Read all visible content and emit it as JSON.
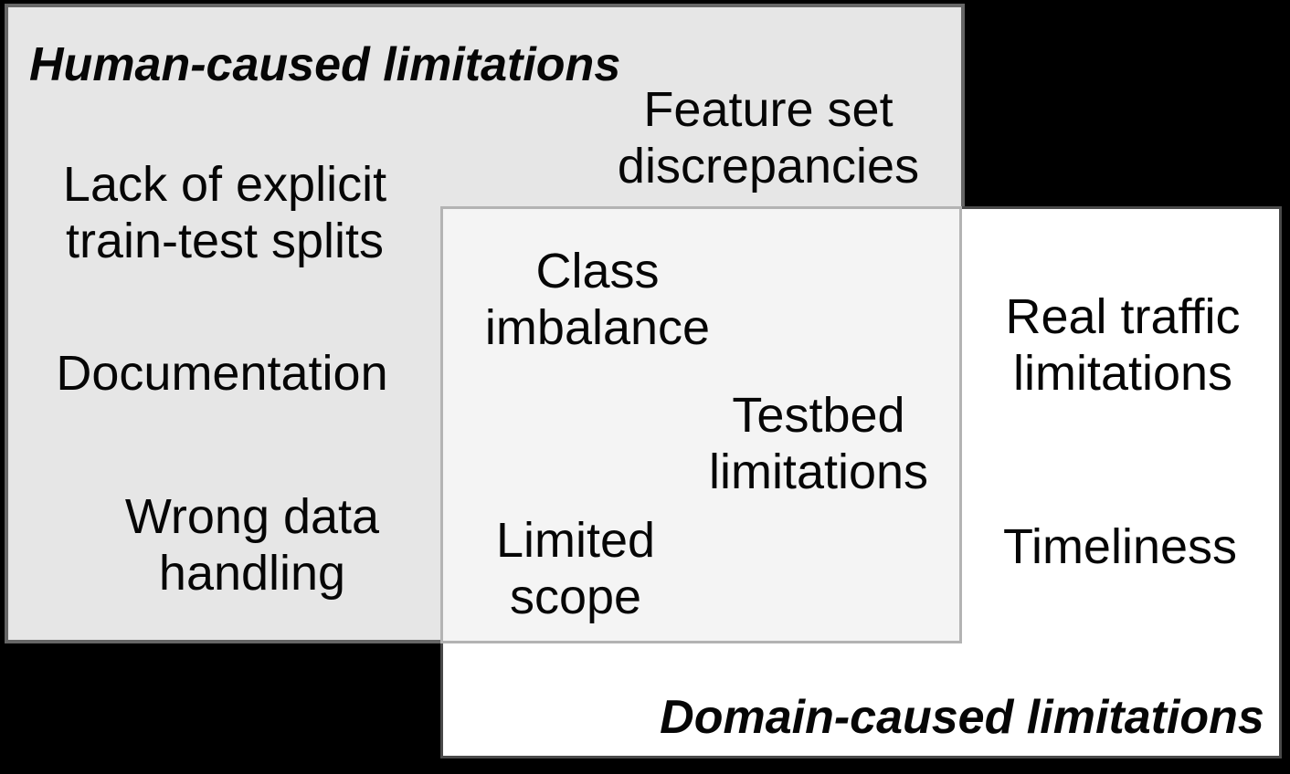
{
  "diagram": {
    "background": "#000000",
    "human_region": {
      "title": "Human-caused limitations",
      "fill": "#e6e6e6",
      "border_color": "#666666",
      "items": [
        {
          "id": "lack-splits",
          "lines": [
            "Lack of explicit",
            "train-test splits"
          ]
        },
        {
          "id": "documentation",
          "lines": [
            "Documentation"
          ]
        },
        {
          "id": "wrong-data",
          "lines": [
            "Wrong data",
            "handling"
          ]
        },
        {
          "id": "feature-set",
          "lines": [
            "Feature set",
            "discrepancies"
          ]
        }
      ]
    },
    "overlap_region": {
      "fill": "#f4f4f4",
      "border_color": "#b3b3b3",
      "items": [
        {
          "id": "class-imbalance",
          "lines": [
            "Class",
            "imbalance"
          ]
        },
        {
          "id": "testbed",
          "lines": [
            "Testbed",
            "limitations"
          ]
        },
        {
          "id": "limited-scope",
          "lines": [
            "Limited",
            "scope"
          ]
        }
      ]
    },
    "domain_region": {
      "title": "Domain-caused limitations",
      "fill": "#ffffff",
      "border_color": "#4a4a4a",
      "items": [
        {
          "id": "real-traffic",
          "lines": [
            "Real traffic",
            "limitations"
          ]
        },
        {
          "id": "timeliness",
          "lines": [
            "Timeliness"
          ]
        }
      ]
    }
  }
}
